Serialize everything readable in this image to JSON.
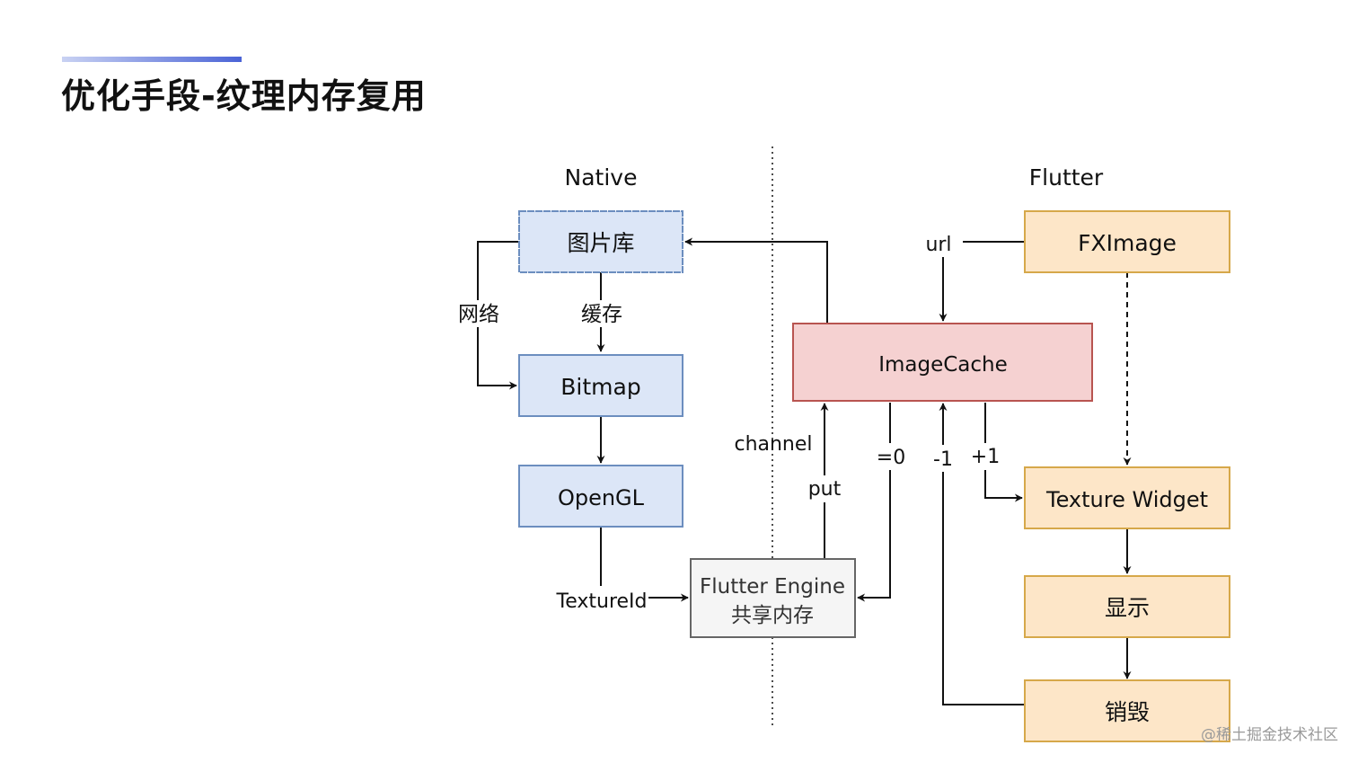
{
  "slide": {
    "title": "优化手段-纹理内存复用",
    "watermark": "@稀土掘金技术社区"
  },
  "sections": {
    "native": "Native",
    "flutter": "Flutter"
  },
  "nodes": {
    "image_lib": "图片库",
    "bitmap": "Bitmap",
    "opengl": "OpenGL",
    "engine_line1": "Flutter Engine",
    "engine_line2": "共享内存",
    "image_cache": "ImageCache",
    "fximage": "FXImage",
    "texture_widget": "Texture Widget",
    "display": "显示",
    "destroy": "销毁"
  },
  "edge_labels": {
    "network": "网络",
    "cache": "缓存",
    "texture_id": "TextureId",
    "channel": "channel",
    "put": "put",
    "eq_zero": "=0",
    "minus_one": "-1",
    "plus_one": "+1",
    "url": "url"
  },
  "colors": {
    "native_fill": "#dce6f7",
    "native_stroke": "#6c8ebf",
    "flutter_fill": "#fde6c8",
    "flutter_stroke": "#d6a84a",
    "cache_fill": "#f5d1d1",
    "cache_stroke": "#b85450",
    "engine_fill": "#f5f5f5",
    "engine_stroke": "#666666",
    "accent_start": "#c9d2f3",
    "accent_end": "#4a63d6"
  }
}
